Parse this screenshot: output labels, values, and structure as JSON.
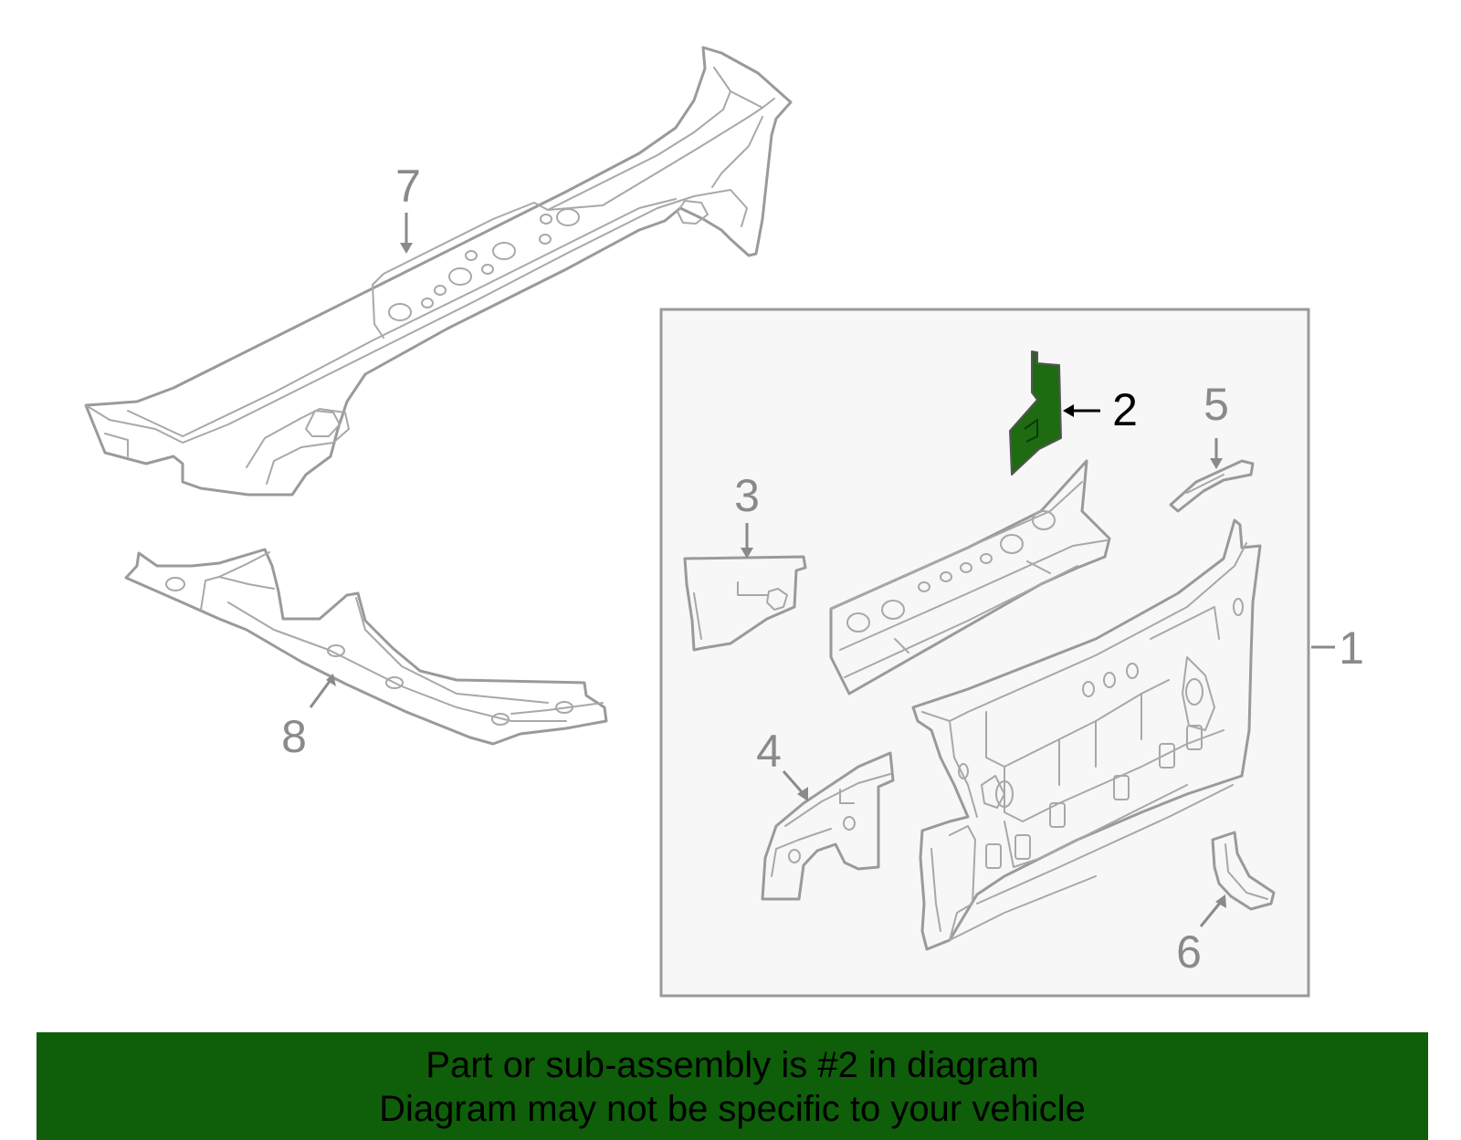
{
  "diagram": {
    "callouts": [
      "1",
      "2",
      "3",
      "4",
      "5",
      "6",
      "7",
      "8"
    ],
    "highlighted_part": "2",
    "highlight_color": "#1e6b12",
    "box_background": "#f7f7f7",
    "line_color": "#9a9a9a"
  },
  "banner": {
    "line1": "Part or sub-assembly is #2 in diagram",
    "line2": "Diagram may not be specific to your vehicle",
    "background": "#0f5e0a"
  }
}
